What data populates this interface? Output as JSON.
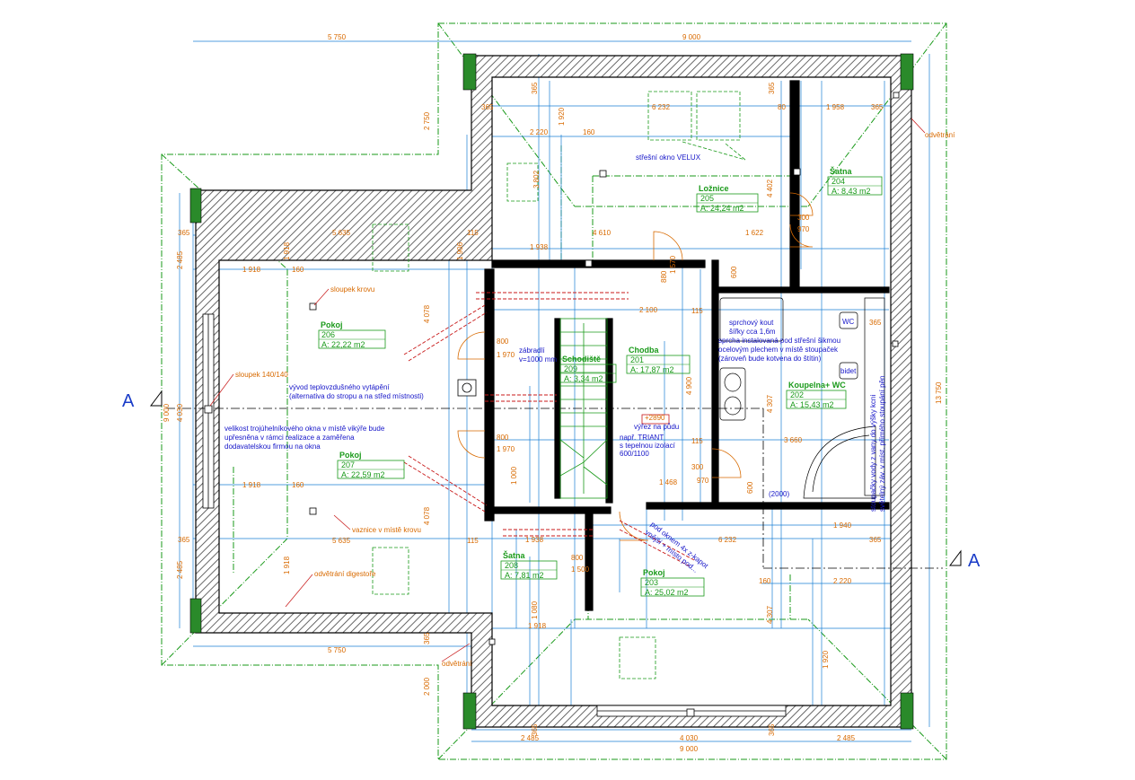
{
  "colors": {
    "wall": "#000000",
    "hatch": "#5a5a5a",
    "dimension": "#1a7fd4",
    "dim_text": "#d86a00",
    "green": "#1a9a1a",
    "annotation": "#1515c8",
    "duct": "#c81818",
    "section": "#1a3cc8",
    "chimney": "#2a8a2a"
  },
  "sections": {
    "left_label": "A",
    "right_label": "A"
  },
  "rooms": [
    {
      "id": "p206",
      "name": "Pokoj",
      "number": "206",
      "area": "A: 22,22 m2"
    },
    {
      "id": "p207",
      "name": "Pokoj",
      "number": "207",
      "area": "A: 22,59 m2"
    },
    {
      "id": "s208",
      "name": "Šatna",
      "number": "208",
      "area": "A: 7,81 m2"
    },
    {
      "id": "s209",
      "name": "Schodiště",
      "number": "209",
      "area": "A: 3,34 m2"
    },
    {
      "id": "c201",
      "name": "Chodba",
      "number": "201",
      "area": "A: 17,87 m2"
    },
    {
      "id": "l205",
      "name": "Ložnice",
      "number": "205",
      "area": "A: 24,24 m2"
    },
    {
      "id": "s204",
      "name": "Šatna",
      "number": "204",
      "area": "A: 8,43 m2"
    },
    {
      "id": "k202",
      "name": "Koupelna+ WC",
      "number": "202",
      "area": "A: 15,43 m2"
    },
    {
      "id": "p203",
      "name": "Pokoj",
      "number": "203",
      "area": "A: 25,02 m2"
    }
  ],
  "notes": {
    "velux": "střešní okno VELUX",
    "odvetrani": "odvětrání",
    "sloupek_krovu": "sloupek krovu",
    "sloupek_140": "sloupek 140/140",
    "vazince": "vaznice v místě krovu",
    "odvetrani_digestore": "odvětrání digestoře",
    "vyvod_1": "vývod teplovzdušného vytápění",
    "vyvod_2": "(alternativa do stropu a na střed místnosti)",
    "okno_1": "velikost trojúhelníkového okna v místě vikýře bude",
    "okno_2": "upřesněna v rámci realizace a zaměřena",
    "okno_3": "dodavatelskou firmou na okna",
    "zabradli_1": "zábradlí",
    "zabradli_2": "v=1000 mm",
    "vyrez": "výřez na půdu",
    "triant_1": "např. TRIANT",
    "triant_2": "s tepelnou izolací",
    "triant_3": "600/1100",
    "vyska_2890": "+2890",
    "kout_1": "sprchový kout",
    "kout_2": "šířky cca 1,6m",
    "kout_3": "sprcha instalovaná pod střešní šikmou",
    "kout_4": "ocelovým plechem v místě stoupaček",
    "kout_5": "(zároveň bude kotvena do štítin)",
    "wc": "WC",
    "bidet": "bidet",
    "pod_oknem_1": "pod oknem 4x z-kapot",
    "pod_oknem_2": "vnější + místo pod...",
    "vertical_note_1": "stoupačky vody z vany do výšky kcni",
    "vertical_note_2": "světelný záv. v míst. přímého stoupání pěn",
    "label_2000": "(2000)"
  },
  "dims": {
    "top_left": "5 750",
    "top_right": "9 000",
    "bottom_left": "5 750",
    "bottom_total": "9 000",
    "bottom_mid": "4 030",
    "bottom_l": "2 485",
    "bottom_r": "2 485",
    "right_total": "13 750",
    "left_total": "9 000",
    "left_mid": "4 030",
    "left_top": "2 485",
    "left_bot": "2 485",
    "d2750": "2 750",
    "d365": "365",
    "d6232": "6 232",
    "d6232b": "6 232",
    "d2220": "2 220",
    "d2220b": "2 220",
    "d160": "160",
    "d80": "80",
    "d1958": "1 958",
    "d1920": "1 920",
    "d3802": "3 802",
    "d1918": "1 918",
    "d1918b": "1 918",
    "d5635": "5 635",
    "d5635b": "5 635",
    "d115": "115",
    "d1938": "1 938",
    "d4610": "4 610",
    "d1622": "1 622",
    "d1970": "1 970",
    "d1970b": "1 970",
    "d2100": "2 100",
    "d1000": "1 000",
    "d800": "800",
    "d800b": "800",
    "d1468": "1 468",
    "d3660": "3 660",
    "d1940": "1 940",
    "d4078": "4 078",
    "d4078b": "4 078",
    "d1500": "1 500",
    "d1920b": "1 920",
    "d2000": "2 000",
    "d1080": "1 080",
    "d4307": "4 307",
    "d4307b": "4 307",
    "d4900": "4 900",
    "d300": "300",
    "d970": "970",
    "d600": "600",
    "d880": "880",
    "d1570": "1 570",
    "d1906": "1 906",
    "d4402": "4 402",
    "d1938b": "1 938"
  }
}
